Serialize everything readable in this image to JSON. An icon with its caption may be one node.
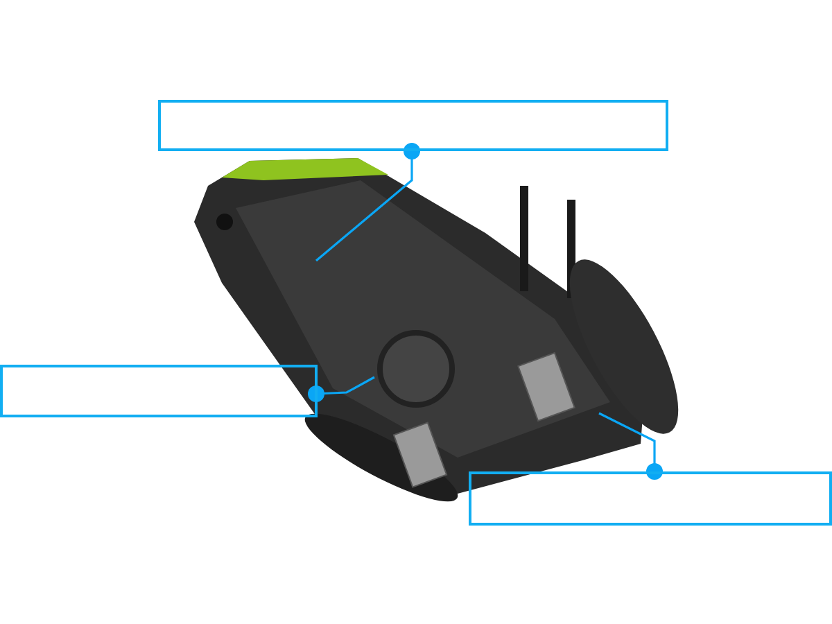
{
  "diagram": {
    "nodes": [
      {
        "text": [],
        "shape": "box"
      },
      {
        "text": [],
        "shape": "box"
      },
      {
        "text": [],
        "shape": "box"
      }
    ],
    "edges": [
      {
        "from": 0,
        "to": null,
        "arrow": "other"
      },
      {
        "from": 1,
        "to": null,
        "arrow": "other"
      },
      {
        "from": 2,
        "to": null,
        "arrow": "other"
      }
    ]
  }
}
